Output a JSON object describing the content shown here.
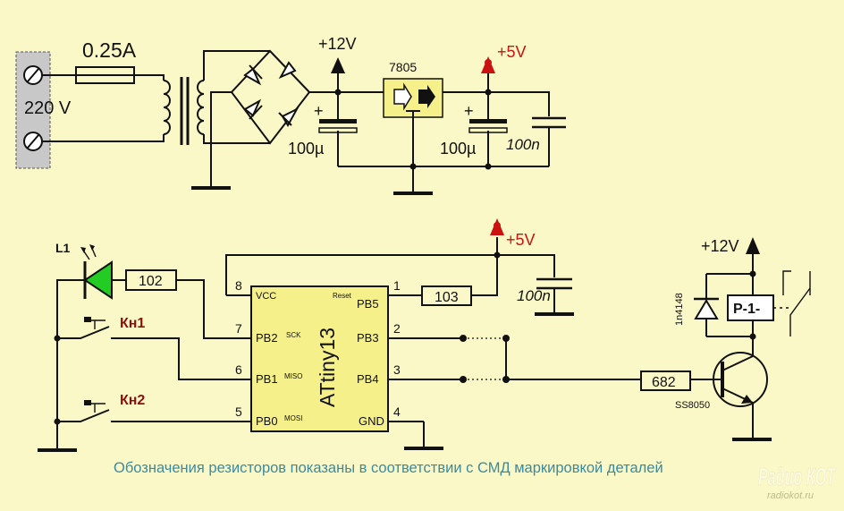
{
  "power_supply": {
    "fuse_label": "0.25A",
    "mains_label": "220 V",
    "rail_12v_label": "+12V",
    "regulator_label": "7805",
    "rail_5v_label": "+5V",
    "cap1_label": "100µ",
    "cap2_label": "100µ",
    "cap3_label": "100n",
    "plus_sign": "+"
  },
  "controller": {
    "chip_name": "ATtiny13",
    "pins_left": [
      {
        "num": "8",
        "name": "VCC",
        "alt": ""
      },
      {
        "num": "7",
        "name": "PB2",
        "alt": "SCK"
      },
      {
        "num": "6",
        "name": "PB1",
        "alt": "MISO"
      },
      {
        "num": "5",
        "name": "PB0",
        "alt": "MOSI"
      }
    ],
    "pins_right": [
      {
        "num": "1",
        "name": "PB5",
        "alt": "Reset"
      },
      {
        "num": "2",
        "name": "PB3",
        "alt": ""
      },
      {
        "num": "3",
        "name": "PB4",
        "alt": ""
      },
      {
        "num": "4",
        "name": "GND",
        "alt": ""
      }
    ]
  },
  "components": {
    "led_label": "L1",
    "led_resistor": "102",
    "reset_resistor": "103",
    "base_resistor": "682",
    "decoupling_cap": "100n",
    "rail_5v_label": "+5V",
    "rail_12v_label": "+12V",
    "diode_label": "1n4148",
    "relay_label": "P-1-",
    "transistor_label": "SS8050",
    "button1_label": "Кн1",
    "button2_label": "Кн2"
  },
  "caption": "Обозначения резисторов показаны в соответствии с СМД маркировкой деталей",
  "watermark": {
    "logo": "Радио КОТ",
    "site": "radiokot.ru"
  },
  "colors": {
    "background": "#fbf8c8",
    "caption": "#3a8aa0",
    "rail_5v": "#cc1111",
    "button_label": "#8a1010",
    "led": "#22cc22",
    "regulator": "#f5f08a",
    "terminal": "#c8c8c8"
  }
}
